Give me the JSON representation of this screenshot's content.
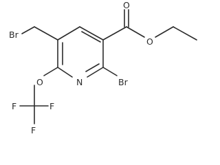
{
  "molecule": {
    "atoms": {
      "br_top": "Br",
      "br_bottom": "Br",
      "n": "N",
      "o_carbonyl": "O",
      "o_ester": "O",
      "o_ether": "O",
      "f_left": "F",
      "f_right": "F",
      "f_bottom": "F"
    }
  }
}
